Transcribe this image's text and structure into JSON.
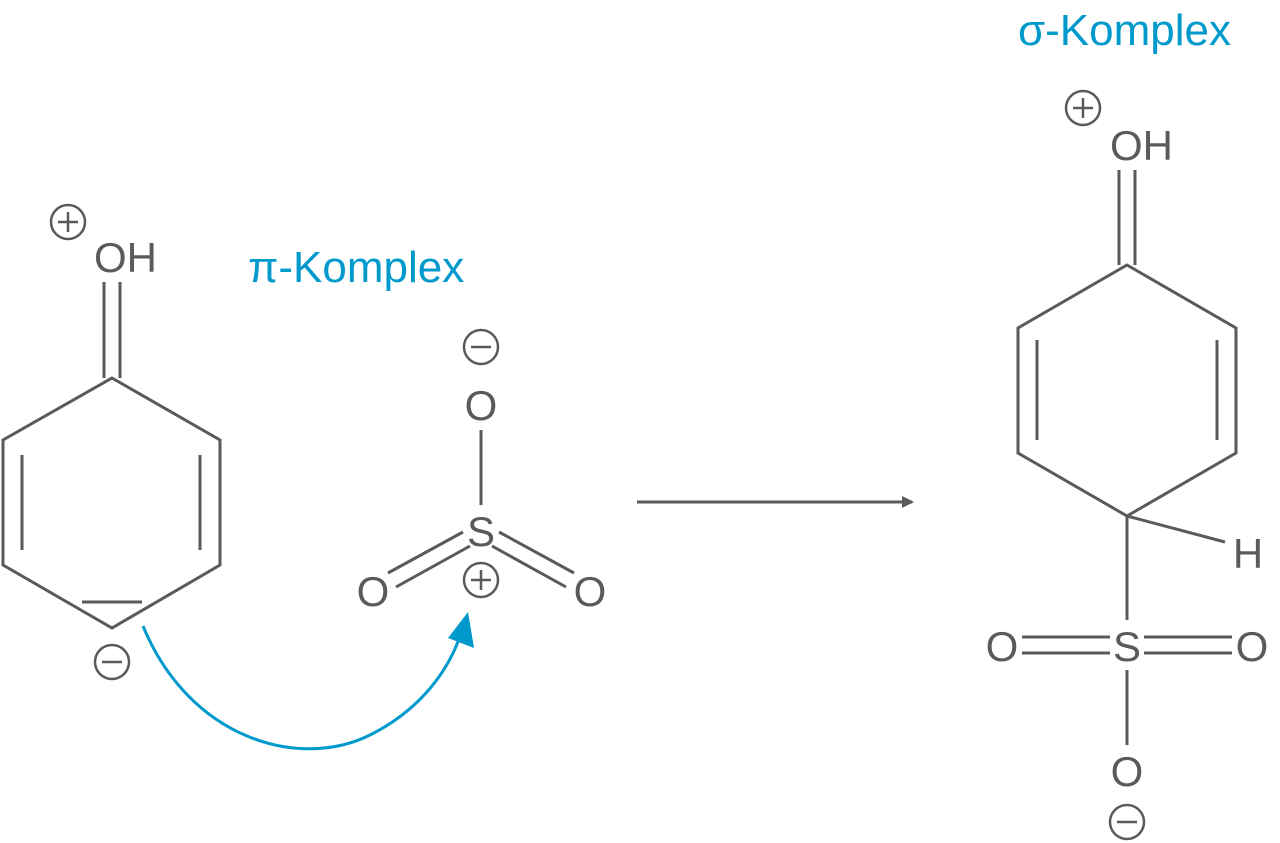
{
  "labels": {
    "pi_complex": "π-Komplex",
    "sigma_complex": "σ-Komplex"
  },
  "left_molecule": {
    "oh": "OH"
  },
  "electrophile": {
    "s": "S",
    "o_top": "O",
    "o_left": "O",
    "o_right": "O"
  },
  "right_molecule": {
    "oh": "OH",
    "h": "H",
    "s": "S",
    "o_left": "O",
    "o_right": "O",
    "o_bottom": "O"
  },
  "colors": {
    "accent": "#0099cc",
    "structure": "#5a5a5a"
  }
}
